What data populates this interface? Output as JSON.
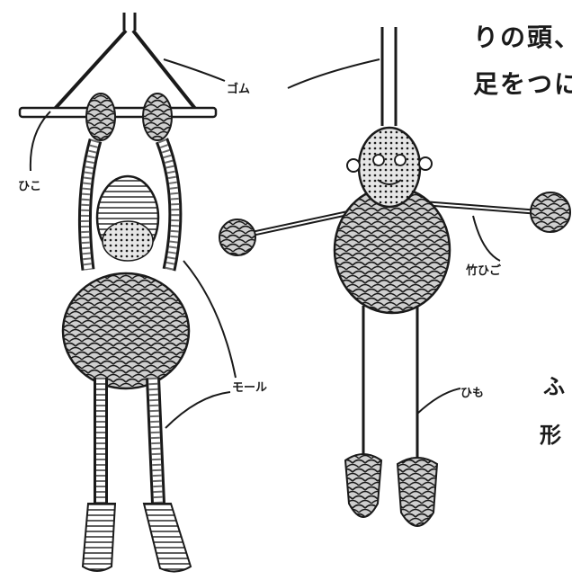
{
  "text": {
    "line1": "りの頭、",
    "line2": "足をつに",
    "frag1": "ふ",
    "frag2": "形"
  },
  "labels": {
    "rubber": "ゴム",
    "string_left": "ひこ",
    "bamboo": "竹ひご",
    "mole": "モール",
    "string_right": "ひも"
  },
  "colors": {
    "ink": "#1a1a1a",
    "paper": "#ffffff",
    "shade": "#6b6b6b"
  }
}
